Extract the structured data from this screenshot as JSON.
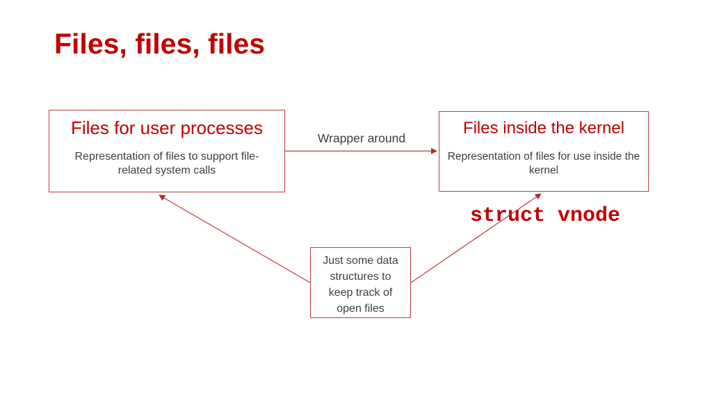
{
  "slide": {
    "title": "Files, files, files",
    "boxes": {
      "user_processes": {
        "heading": "Files for user processes",
        "body": "Representation of files to support file-related system calls"
      },
      "kernel": {
        "heading": "Files inside the kernel",
        "body": "Representation of files for use inside the kernel"
      },
      "data_structures": {
        "body": "Just some data structures to keep track of open files"
      }
    },
    "labels": {
      "wrapper_around": "Wrapper around",
      "struct_vnode": "struct vnode"
    },
    "colors": {
      "accent_red": "#c00000",
      "line_red": "#b93b3e",
      "body_text": "#3d3d3d",
      "background": "#ffffff"
    }
  }
}
